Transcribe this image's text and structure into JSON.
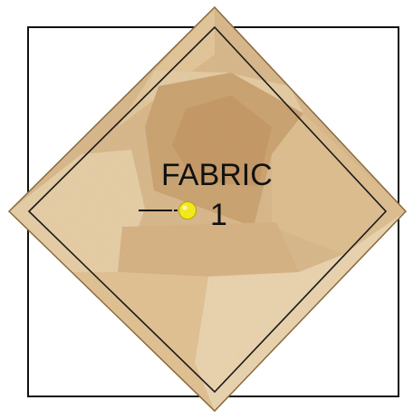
{
  "diagram": {
    "label_word": "FABRIC",
    "label_number": "1",
    "colors": {
      "outer_square_stroke": "#111111",
      "diamond_edge": "#8a6a3e",
      "diamond_inner_line": "#1a1a1a",
      "fabric_base": "#d9b98c",
      "fabric_light": "#ead3ad",
      "fabric_mid": "#c99d6a",
      "fabric_dark": "#b68352",
      "pin_yellow": "#f2e81e",
      "pin_line": "#111111"
    },
    "marker": {
      "type": "pin-dot-with-dashed-line",
      "icon_name": "yellow-dot-pin-icon"
    }
  }
}
